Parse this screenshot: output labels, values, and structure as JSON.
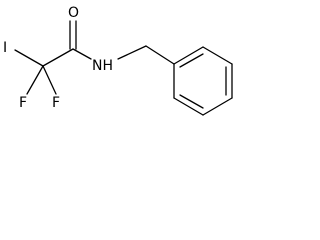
{
  "molecule": {
    "atoms": {
      "iodine": "I",
      "fluorine_1": "F",
      "fluorine_2": "F",
      "oxygen": "O",
      "nitrogen_hydrogen": "NH"
    },
    "colors": {
      "bond": "#000000",
      "text": "#000000",
      "background": "#ffffff"
    }
  }
}
